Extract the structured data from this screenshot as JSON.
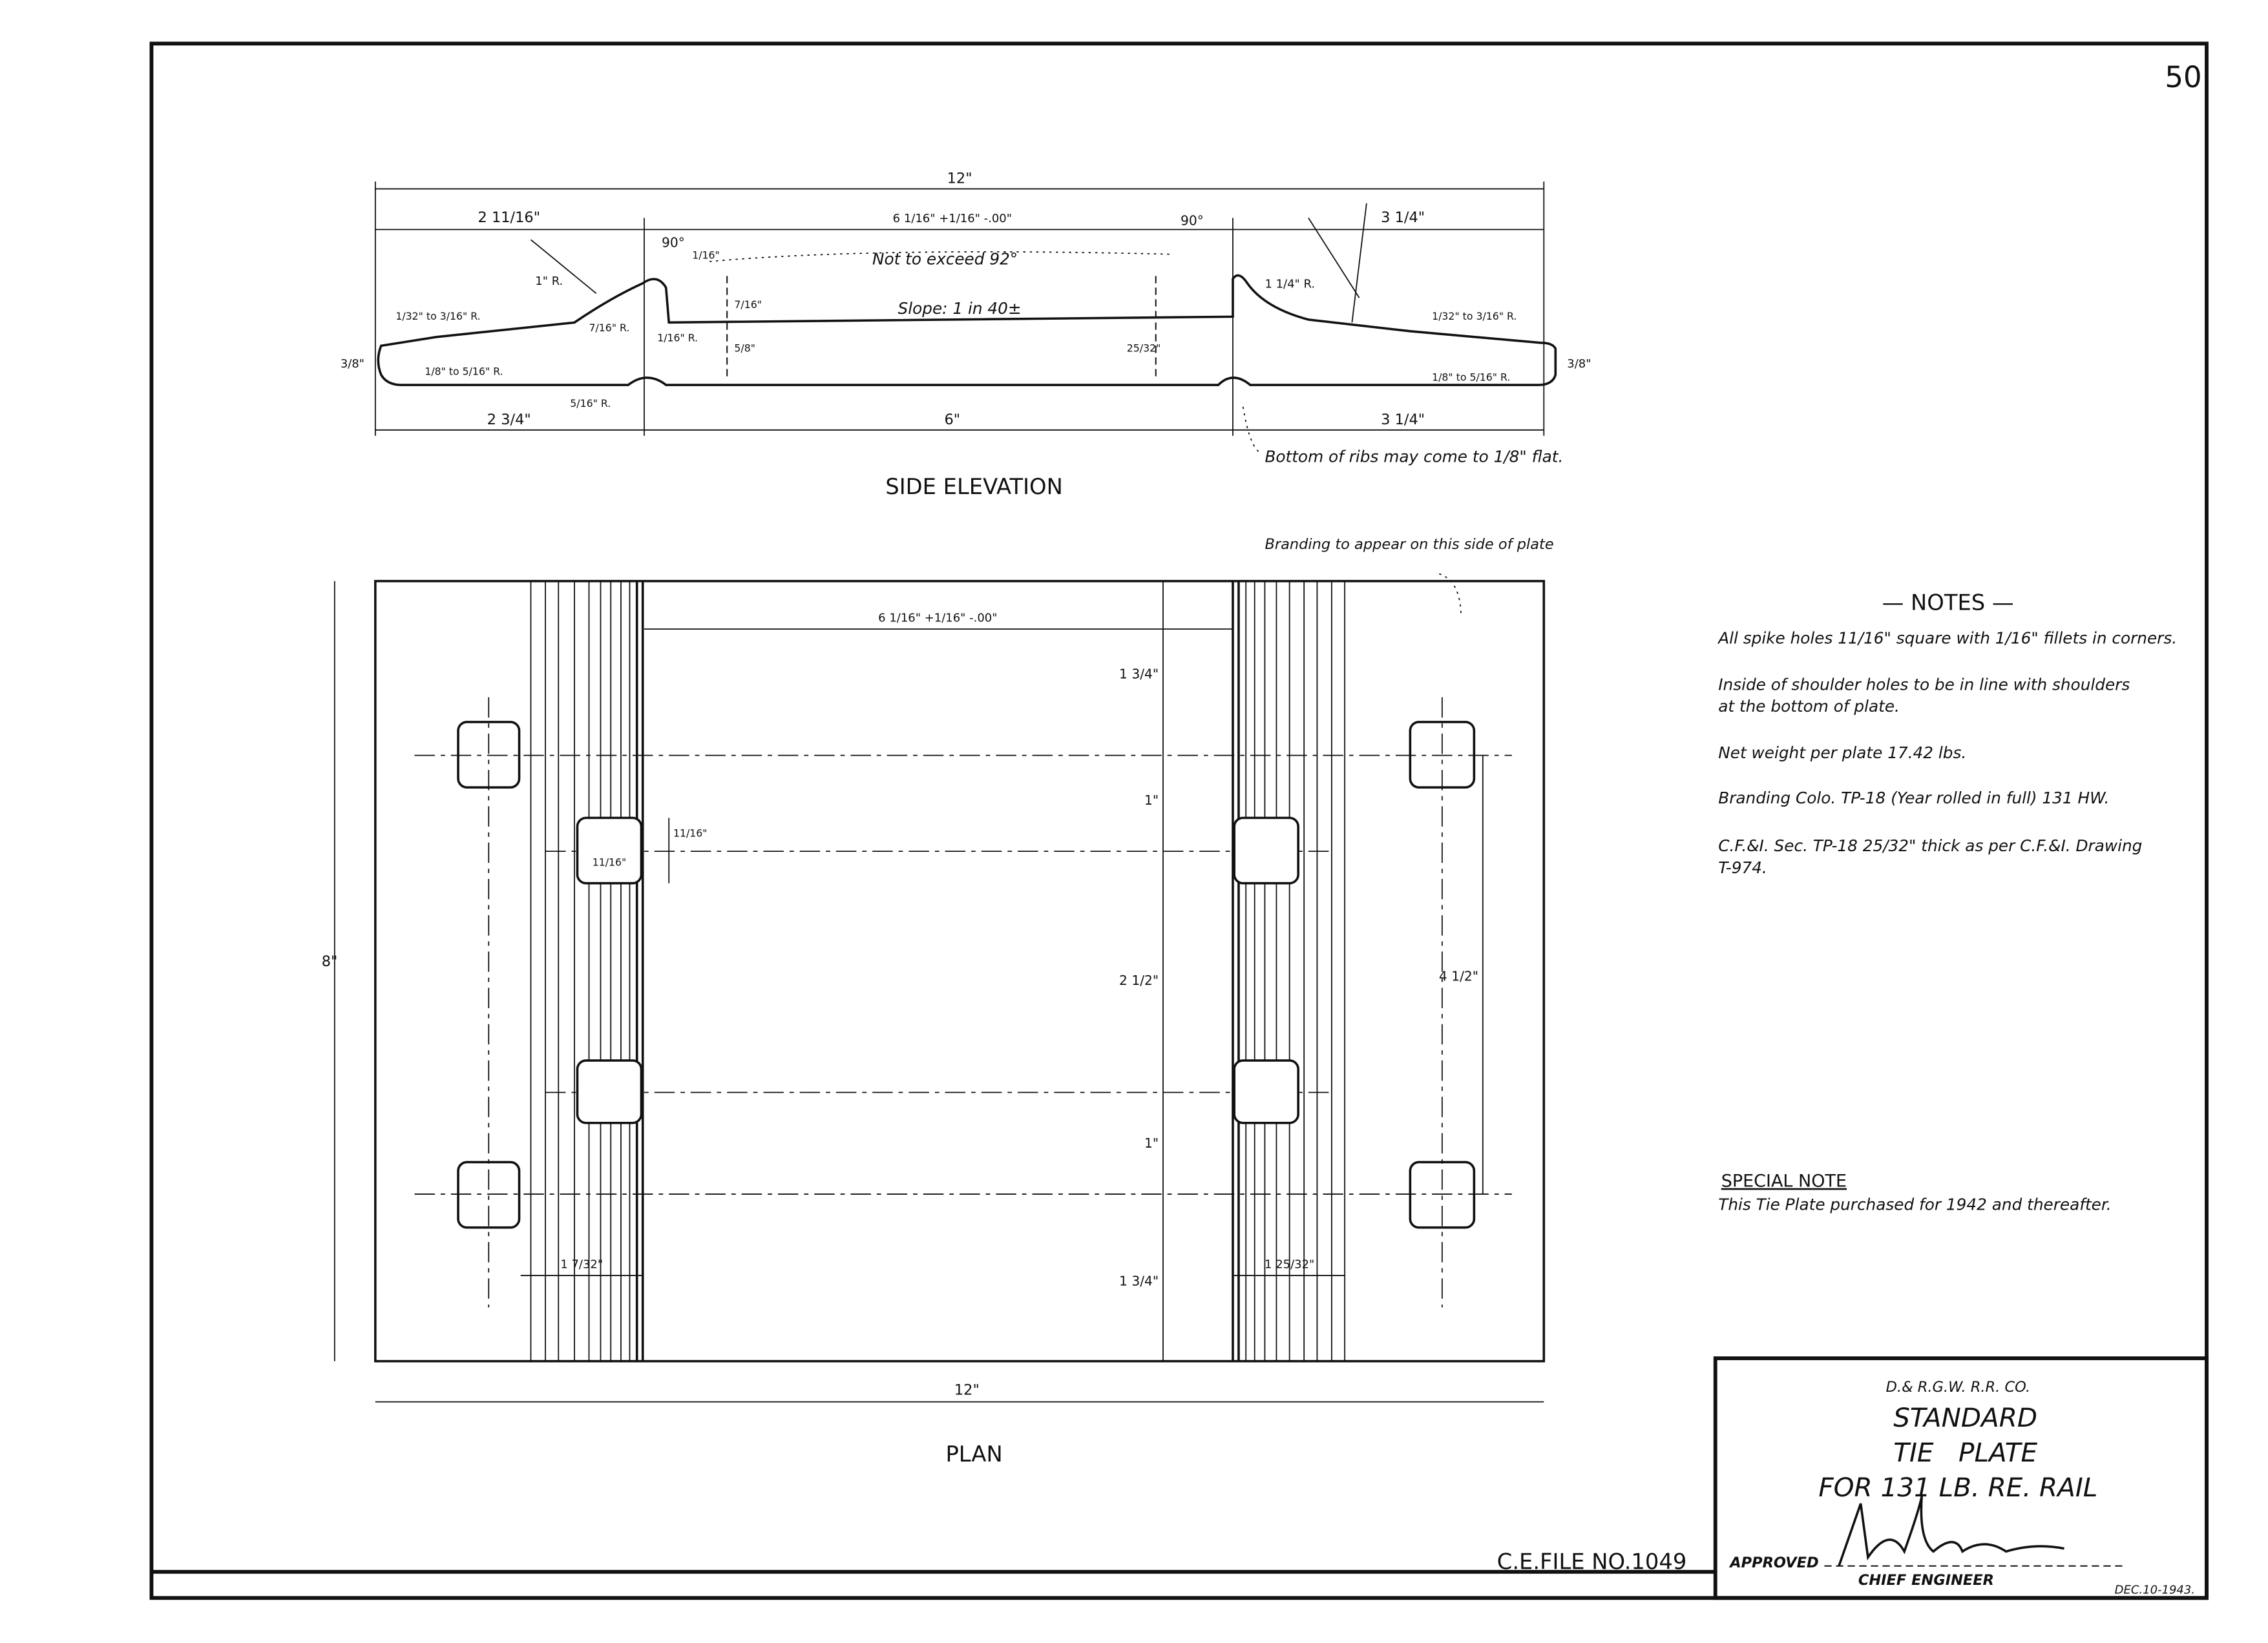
{
  "sheet": {
    "page_number": "50",
    "file_number": "C.E.FILE NO.1049"
  },
  "side_elevation": {
    "label": "SIDE ELEVATION",
    "dims": {
      "overall": "12\"",
      "left_top": "2 11/16\"",
      "center_top": "6 1/16\" +1/16\" -.00\"",
      "right_top": "3 1/4\"",
      "left_bottom": "2 3/4\"",
      "center_bottom": "6\"",
      "right_bottom": "3 1/4\"",
      "angle_left": "90°",
      "angle_right": "90°",
      "not_exceed": "Not to exceed 92°",
      "slope": "Slope: 1 in 40±",
      "radius_1": "1\" R.",
      "radius_1_25": "1 1/4\" R.",
      "end_radius_left": "1/32\" to 3/16\" R.",
      "end_radius_right": "1/32\" to 3/16\" R.",
      "low_radius_left": "1/8\" to 5/16\" R.",
      "low_radius_right": "1/8\" to 5/16\" R.",
      "end_thickness_left": "3/8\"",
      "end_thickness_right": "3/8\"",
      "rib_width": "1/16\"",
      "rib_radius": "7/16\" R.",
      "rib_height": "7/16\"",
      "thickness_center_left": "5/8\"",
      "thickness_center_right": "25/32\"",
      "fillet": "1/16\" R.",
      "bottom_radius": "5/16\" R.",
      "bottom_note": "Bottom of ribs may come to 1/8\" flat."
    }
  },
  "plan": {
    "label": "PLAN",
    "branding_note": "Branding to appear on this side of plate",
    "dims": {
      "overall_width": "12\"",
      "overall_length": "8\"",
      "center": "6 1/16\" +1/16\" -.00\"",
      "d1": "1 3/4\"",
      "d2": "1\"",
      "d3": "2 1/2\"",
      "d4": "1\"",
      "d5": "1 3/4\"",
      "hole": "11/16\"",
      "hole_width": "11/16\"",
      "spacing": "4 1/2\"",
      "rib_left": "1 7/32\"",
      "rib_right": "1 25/32\""
    }
  },
  "notes": {
    "title": "— NOTES —",
    "items": [
      "All spike holes 11/16\" square with 1/16\" fillets in corners.",
      "Inside of shoulder holes to be in line with shoulders",
      "at the bottom of plate.",
      "Net weight per plate 17.42 lbs.",
      "Branding Colo. TP-18 (Year rolled in full) 131 HW.",
      "C.F.&I. Sec. TP-18 25/32\" thick as per C.F.&I. Drawing",
      "T-974."
    ]
  },
  "special_note": {
    "title": "SPECIAL NOTE",
    "text": "This Tie Plate purchased for 1942 and thereafter."
  },
  "title_block": {
    "company": "D.& R.G.W. R.R. CO.",
    "line1": "STANDARD",
    "line2": "TIE   PLATE",
    "line3": "FOR 131 LB. RE. RAIL",
    "approved": "APPROVED",
    "signer_title": "CHIEF ENGINEER",
    "date": "DEC.10-1943."
  }
}
